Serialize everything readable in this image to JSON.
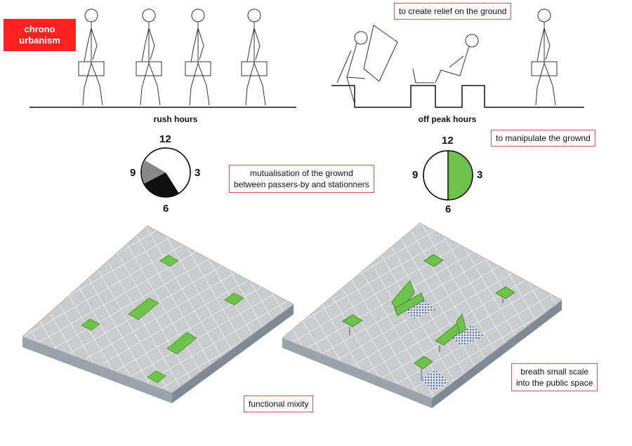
{
  "badge": {
    "line1": "chrono",
    "line2": "urbanism",
    "color": "#ff2020"
  },
  "captions": {
    "rush": "rush hours",
    "offpeak": "off peak hours"
  },
  "notes": {
    "relief": "to create relief on the ground",
    "manipulate": "to manipulate the grownd",
    "mutual_line1": "mutualisation of the grownd",
    "mutual_line2": "between passers-by and stationners",
    "mixity": "functional mixity",
    "breath_line1": "breath small scale",
    "breath_line2": "into the public space"
  },
  "clocks": {
    "rush": {
      "n12": "12",
      "n3": "3",
      "n6": "6",
      "n9": "9"
    },
    "offpeak": {
      "n12": "12",
      "n3": "3",
      "n6": "6",
      "n9": "9"
    }
  },
  "colors": {
    "green": "#6cc24a",
    "grey_tile": "#c9cbcd",
    "dark": "#111111",
    "mid": "#888888"
  }
}
